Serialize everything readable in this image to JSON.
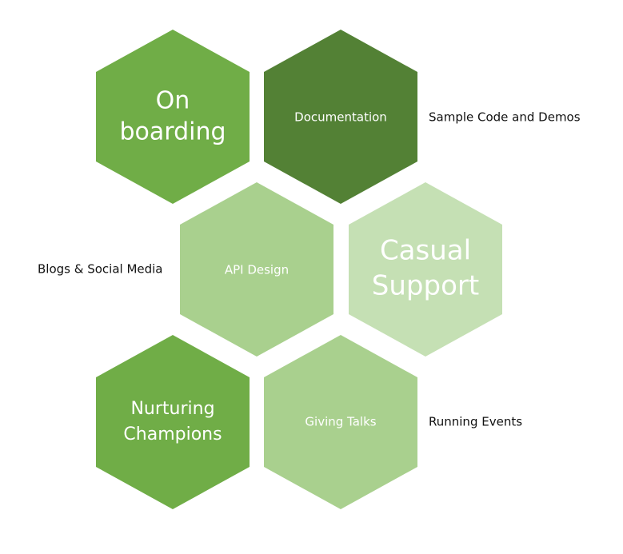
{
  "colors": {
    "medium_green": "#70ad47",
    "dark_green": "#538135",
    "light_green": "#a9d08e",
    "pale_green": "#c5e0b4",
    "text_dark": "#111111",
    "text_white": "#ffffff"
  },
  "hexagons": {
    "onboarding": {
      "lines": [
        "On",
        "boarding"
      ],
      "color": "#70ad47"
    },
    "documentation": {
      "lines": [
        "Documentation"
      ],
      "color": "#538135"
    },
    "api_design": {
      "lines": [
        "API Design"
      ],
      "color": "#a9d08e"
    },
    "casual_support": {
      "lines": [
        "Casual",
        "Support"
      ],
      "color": "#c5e0b4"
    },
    "nurturing_champions": {
      "lines": [
        "Nurturing",
        "Champions"
      ],
      "color": "#70ad47"
    },
    "giving_talks": {
      "lines": [
        "Giving Talks"
      ],
      "color": "#a9d08e"
    }
  },
  "side_labels": {
    "sample_code": "Sample Code and Demos",
    "blogs_social": "Blogs & Social Media",
    "running_events": "Running Events"
  }
}
